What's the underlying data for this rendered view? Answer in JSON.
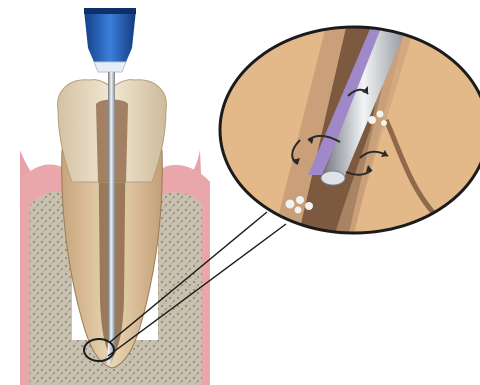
{
  "illustration": {
    "subject": "endodontic-irrigation-needle-in-root-canal",
    "parts": {
      "needle_hub": "needle-hub",
      "needle": "irrigation-needle",
      "tooth": "tooth-crown-and-root",
      "bone": "alveolar-bone",
      "gum": "gingiva",
      "callout": "magnified-canal-view",
      "focus_ring": "apex-focus-ring"
    },
    "colors": {
      "hub_blue": "#1f5fb8",
      "needle_steel": "#a9b0b6",
      "tooth_enamel": "#e9d9bd",
      "tooth_dentin": "#d7b38a",
      "canal_brown": "#8e6a4a",
      "gum_pink": "#e8a3a8",
      "bone_gray": "#b7ae9c",
      "callout_tan": "#e8bf8f",
      "flow_arrow": "#2a2a2a",
      "debris_white": "#f2f2f2"
    },
    "flow_arrows": 5,
    "debris_clusters": 2
  }
}
